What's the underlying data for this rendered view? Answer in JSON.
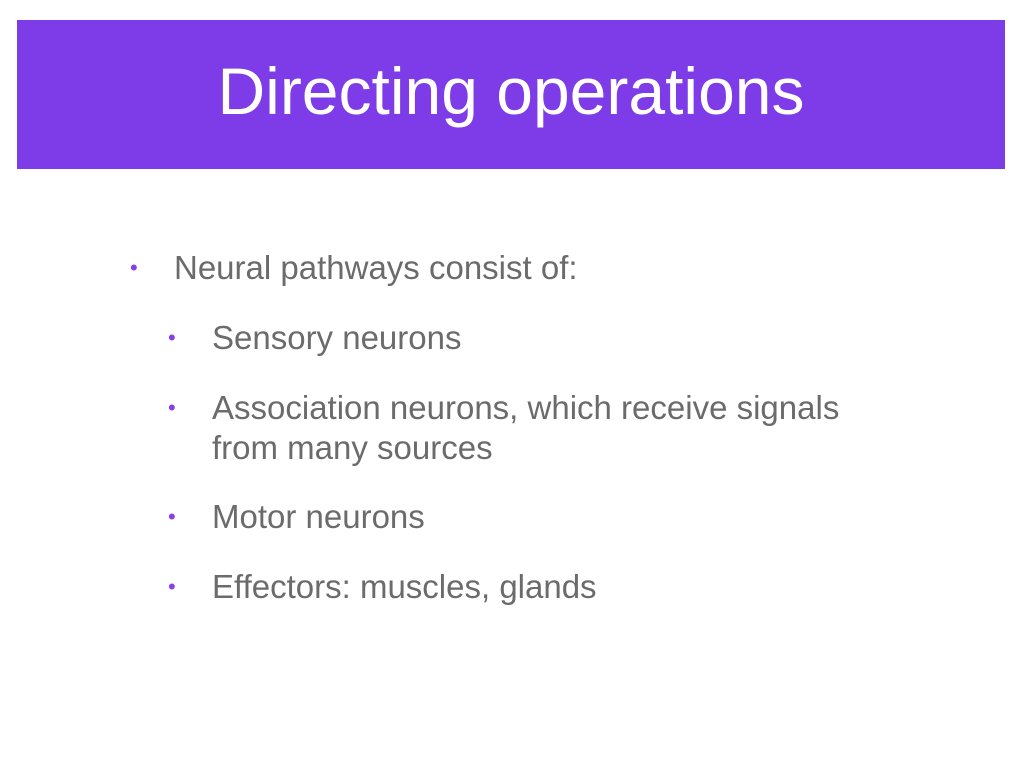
{
  "slide": {
    "title": "Directing operations",
    "bullets": [
      {
        "level": 1,
        "text": "Neural pathways consist of:"
      },
      {
        "level": 2,
        "text": "Sensory neurons"
      },
      {
        "level": 2,
        "text": "Association neurons, which receive signals from many sources"
      },
      {
        "level": 2,
        "text": "Motor neurons"
      },
      {
        "level": 2,
        "text": "Effectors: muscles, glands"
      }
    ],
    "bullet_glyph": "•"
  },
  "colors": {
    "accent": "#7e3be8",
    "title_text": "#ffffff",
    "body_text": "#6b6b6b",
    "bullet": "#8b3ee8"
  }
}
